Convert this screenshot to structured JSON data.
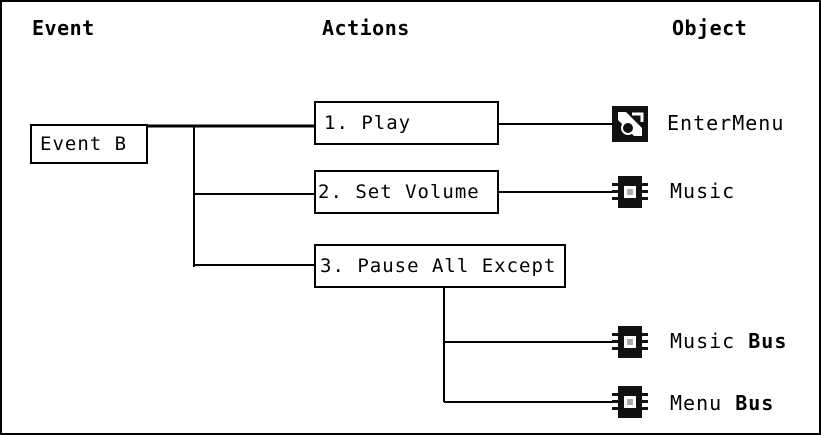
{
  "headers": {
    "event": "Event",
    "actions": "Actions",
    "object": "Object"
  },
  "event": {
    "label": "Event B"
  },
  "actions": [
    {
      "label": "1. Play"
    },
    {
      "label": "2. Set Volume"
    },
    {
      "label": "3. Pause All Except"
    }
  ],
  "objects": [
    {
      "label": "EnterMenu",
      "icon": "sound-object-icon"
    },
    {
      "label": "Music",
      "icon": "bus-icon"
    },
    {
      "label_main": "Music",
      "label_bold": "Bus",
      "icon": "bus-icon"
    },
    {
      "label_main": "Menu",
      "label_bold": "Bus",
      "icon": "bus-icon"
    }
  ]
}
